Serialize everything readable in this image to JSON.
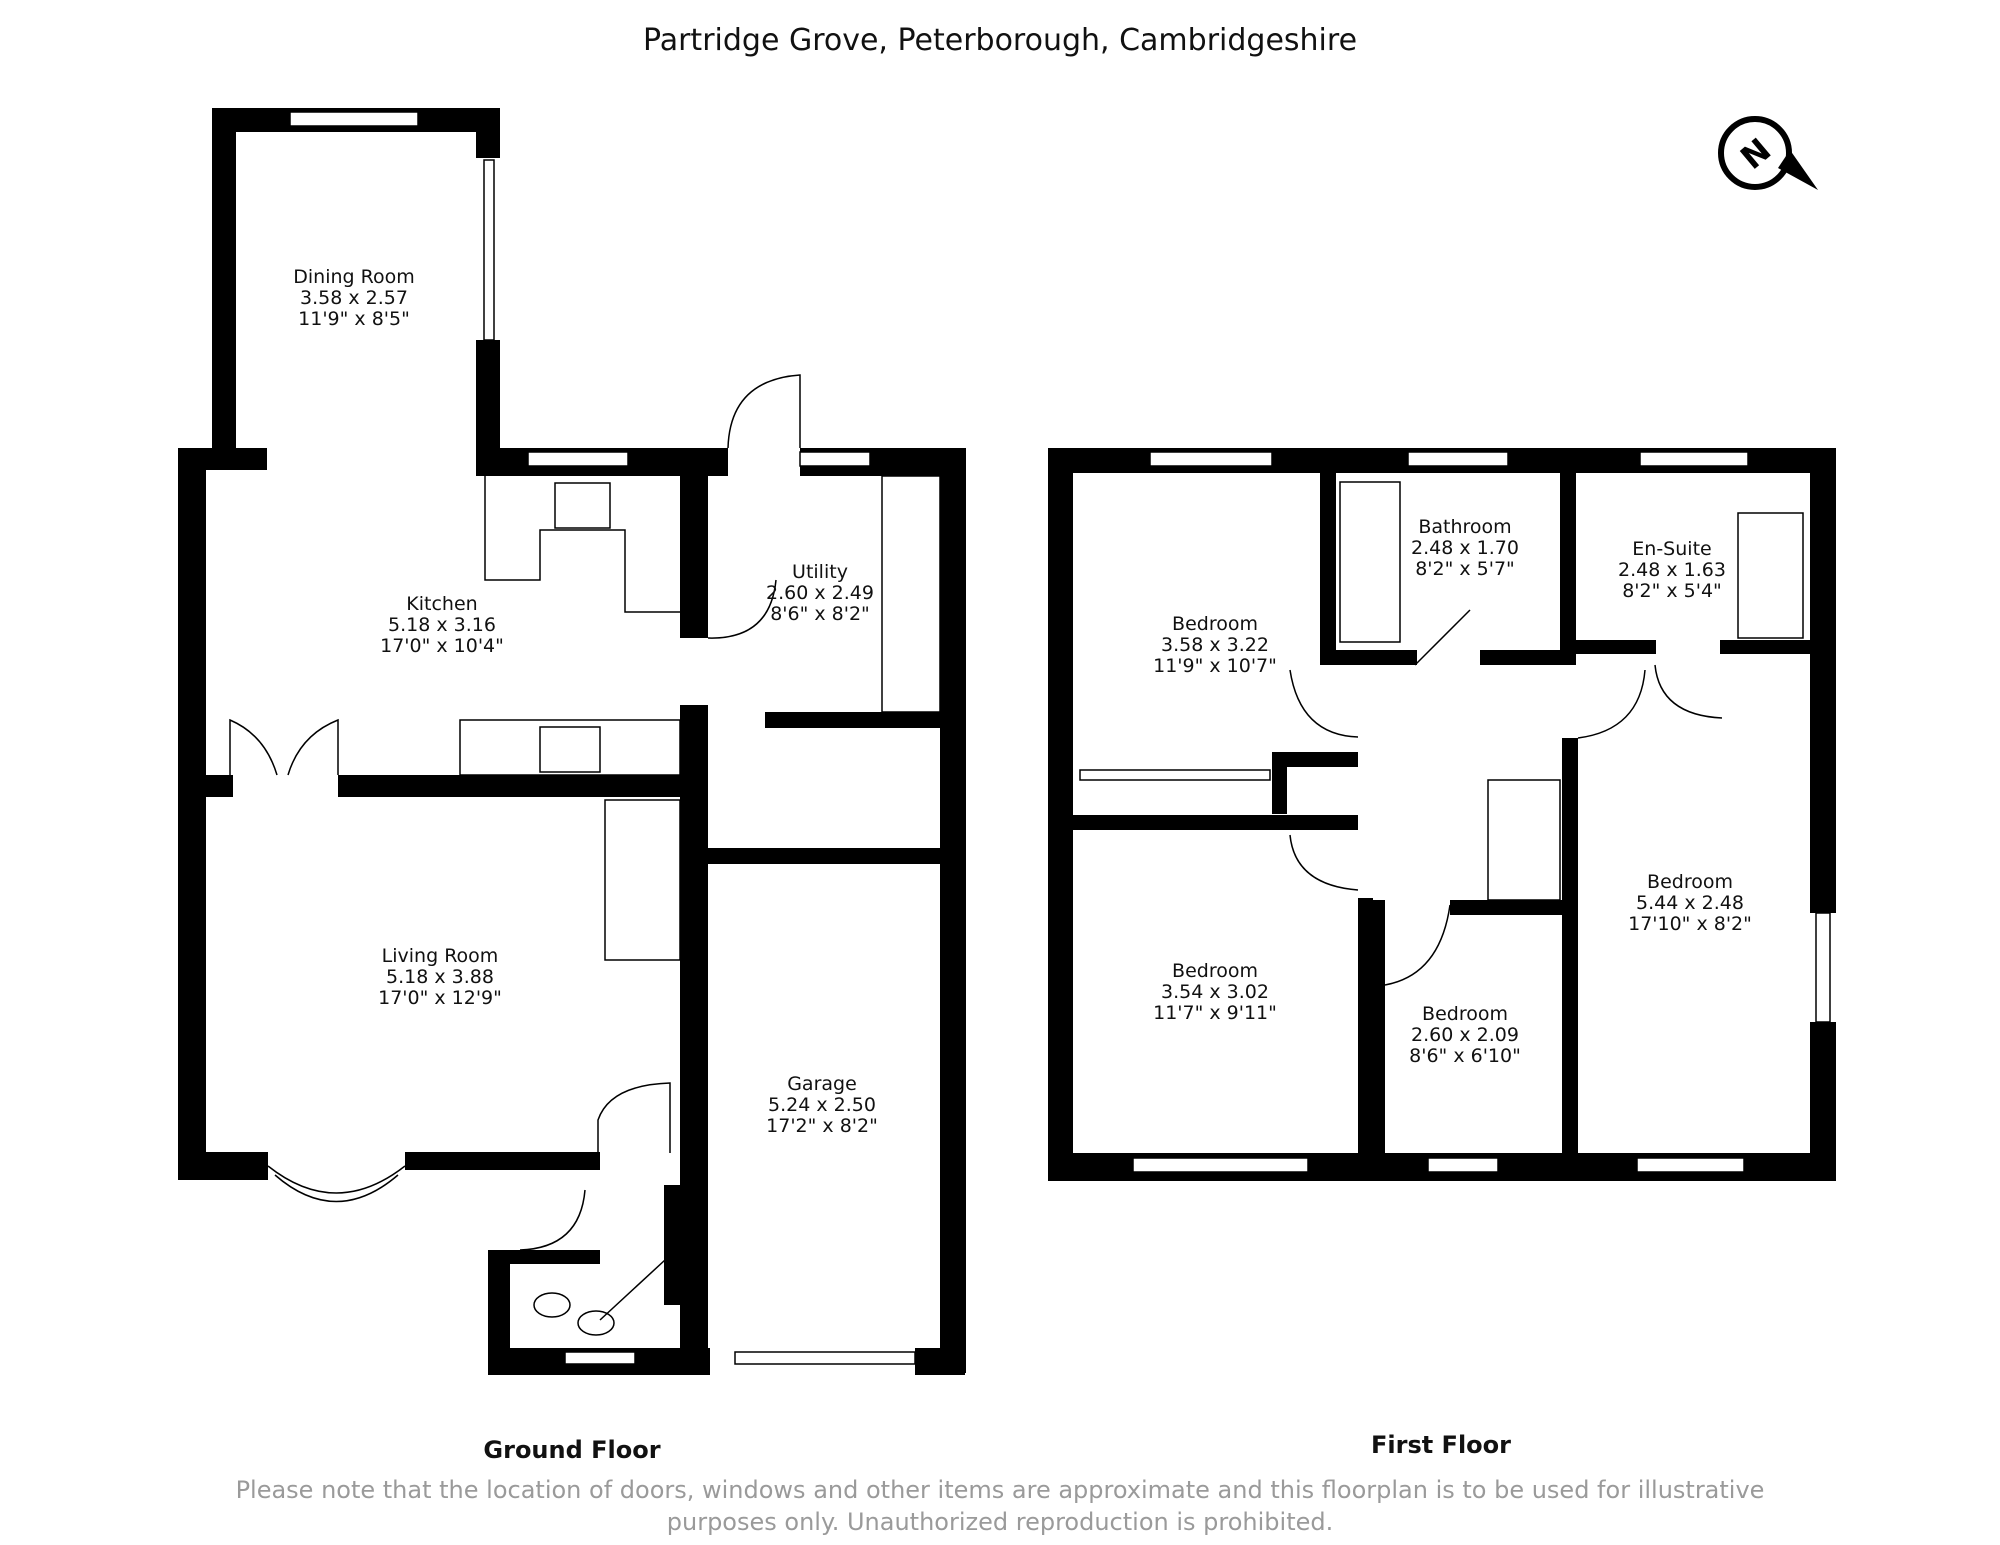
{
  "title": "Partridge Grove, Peterborough, Cambridgeshire",
  "compass": {
    "label": "N",
    "icon": "north-compass-icon"
  },
  "floors": [
    {
      "label": "Ground Floor"
    },
    {
      "label": "First Floor"
    }
  ],
  "rooms": {
    "dining": {
      "name": "Dining Room",
      "metric": "3.58 x 2.57",
      "imperial": "11'9\" x 8'5\""
    },
    "kitchen": {
      "name": "Kitchen",
      "metric": "5.18 x 3.16",
      "imperial": "17'0\" x 10'4\""
    },
    "utility": {
      "name": "Utility",
      "metric": "2.60 x 2.49",
      "imperial": "8'6\" x 8'2\""
    },
    "living": {
      "name": "Living Room",
      "metric": "5.18 x 3.88",
      "imperial": "17'0\" x 12'9\""
    },
    "garage": {
      "name": "Garage",
      "metric": "5.24 x 2.50",
      "imperial": "17'2\" x 8'2\""
    },
    "bed1": {
      "name": "Bedroom",
      "metric": "3.58 x 3.22",
      "imperial": "11'9\" x 10'7\""
    },
    "bathroom": {
      "name": "Bathroom",
      "metric": "2.48 x 1.70",
      "imperial": "8'2\" x 5'7\""
    },
    "ensuite": {
      "name": "En-Suite",
      "metric": "2.48 x 1.63",
      "imperial": "8'2\" x 5'4\""
    },
    "bed2": {
      "name": "Bedroom",
      "metric": "3.54 x 3.02",
      "imperial": "11'7\" x 9'11\""
    },
    "bed3": {
      "name": "Bedroom",
      "metric": "2.60 x 2.09",
      "imperial": "8'6\" x 6'10\""
    },
    "bed4": {
      "name": "Bedroom",
      "metric": "5.44 x 2.48",
      "imperial": "17'10\" x 8'2\""
    }
  },
  "disclaimer": {
    "line1": "Please note that the location of doors, windows and other items are approximate and this floorplan is to be used for illustrative",
    "line2": "purposes only. Unauthorized reproduction is prohibited."
  }
}
